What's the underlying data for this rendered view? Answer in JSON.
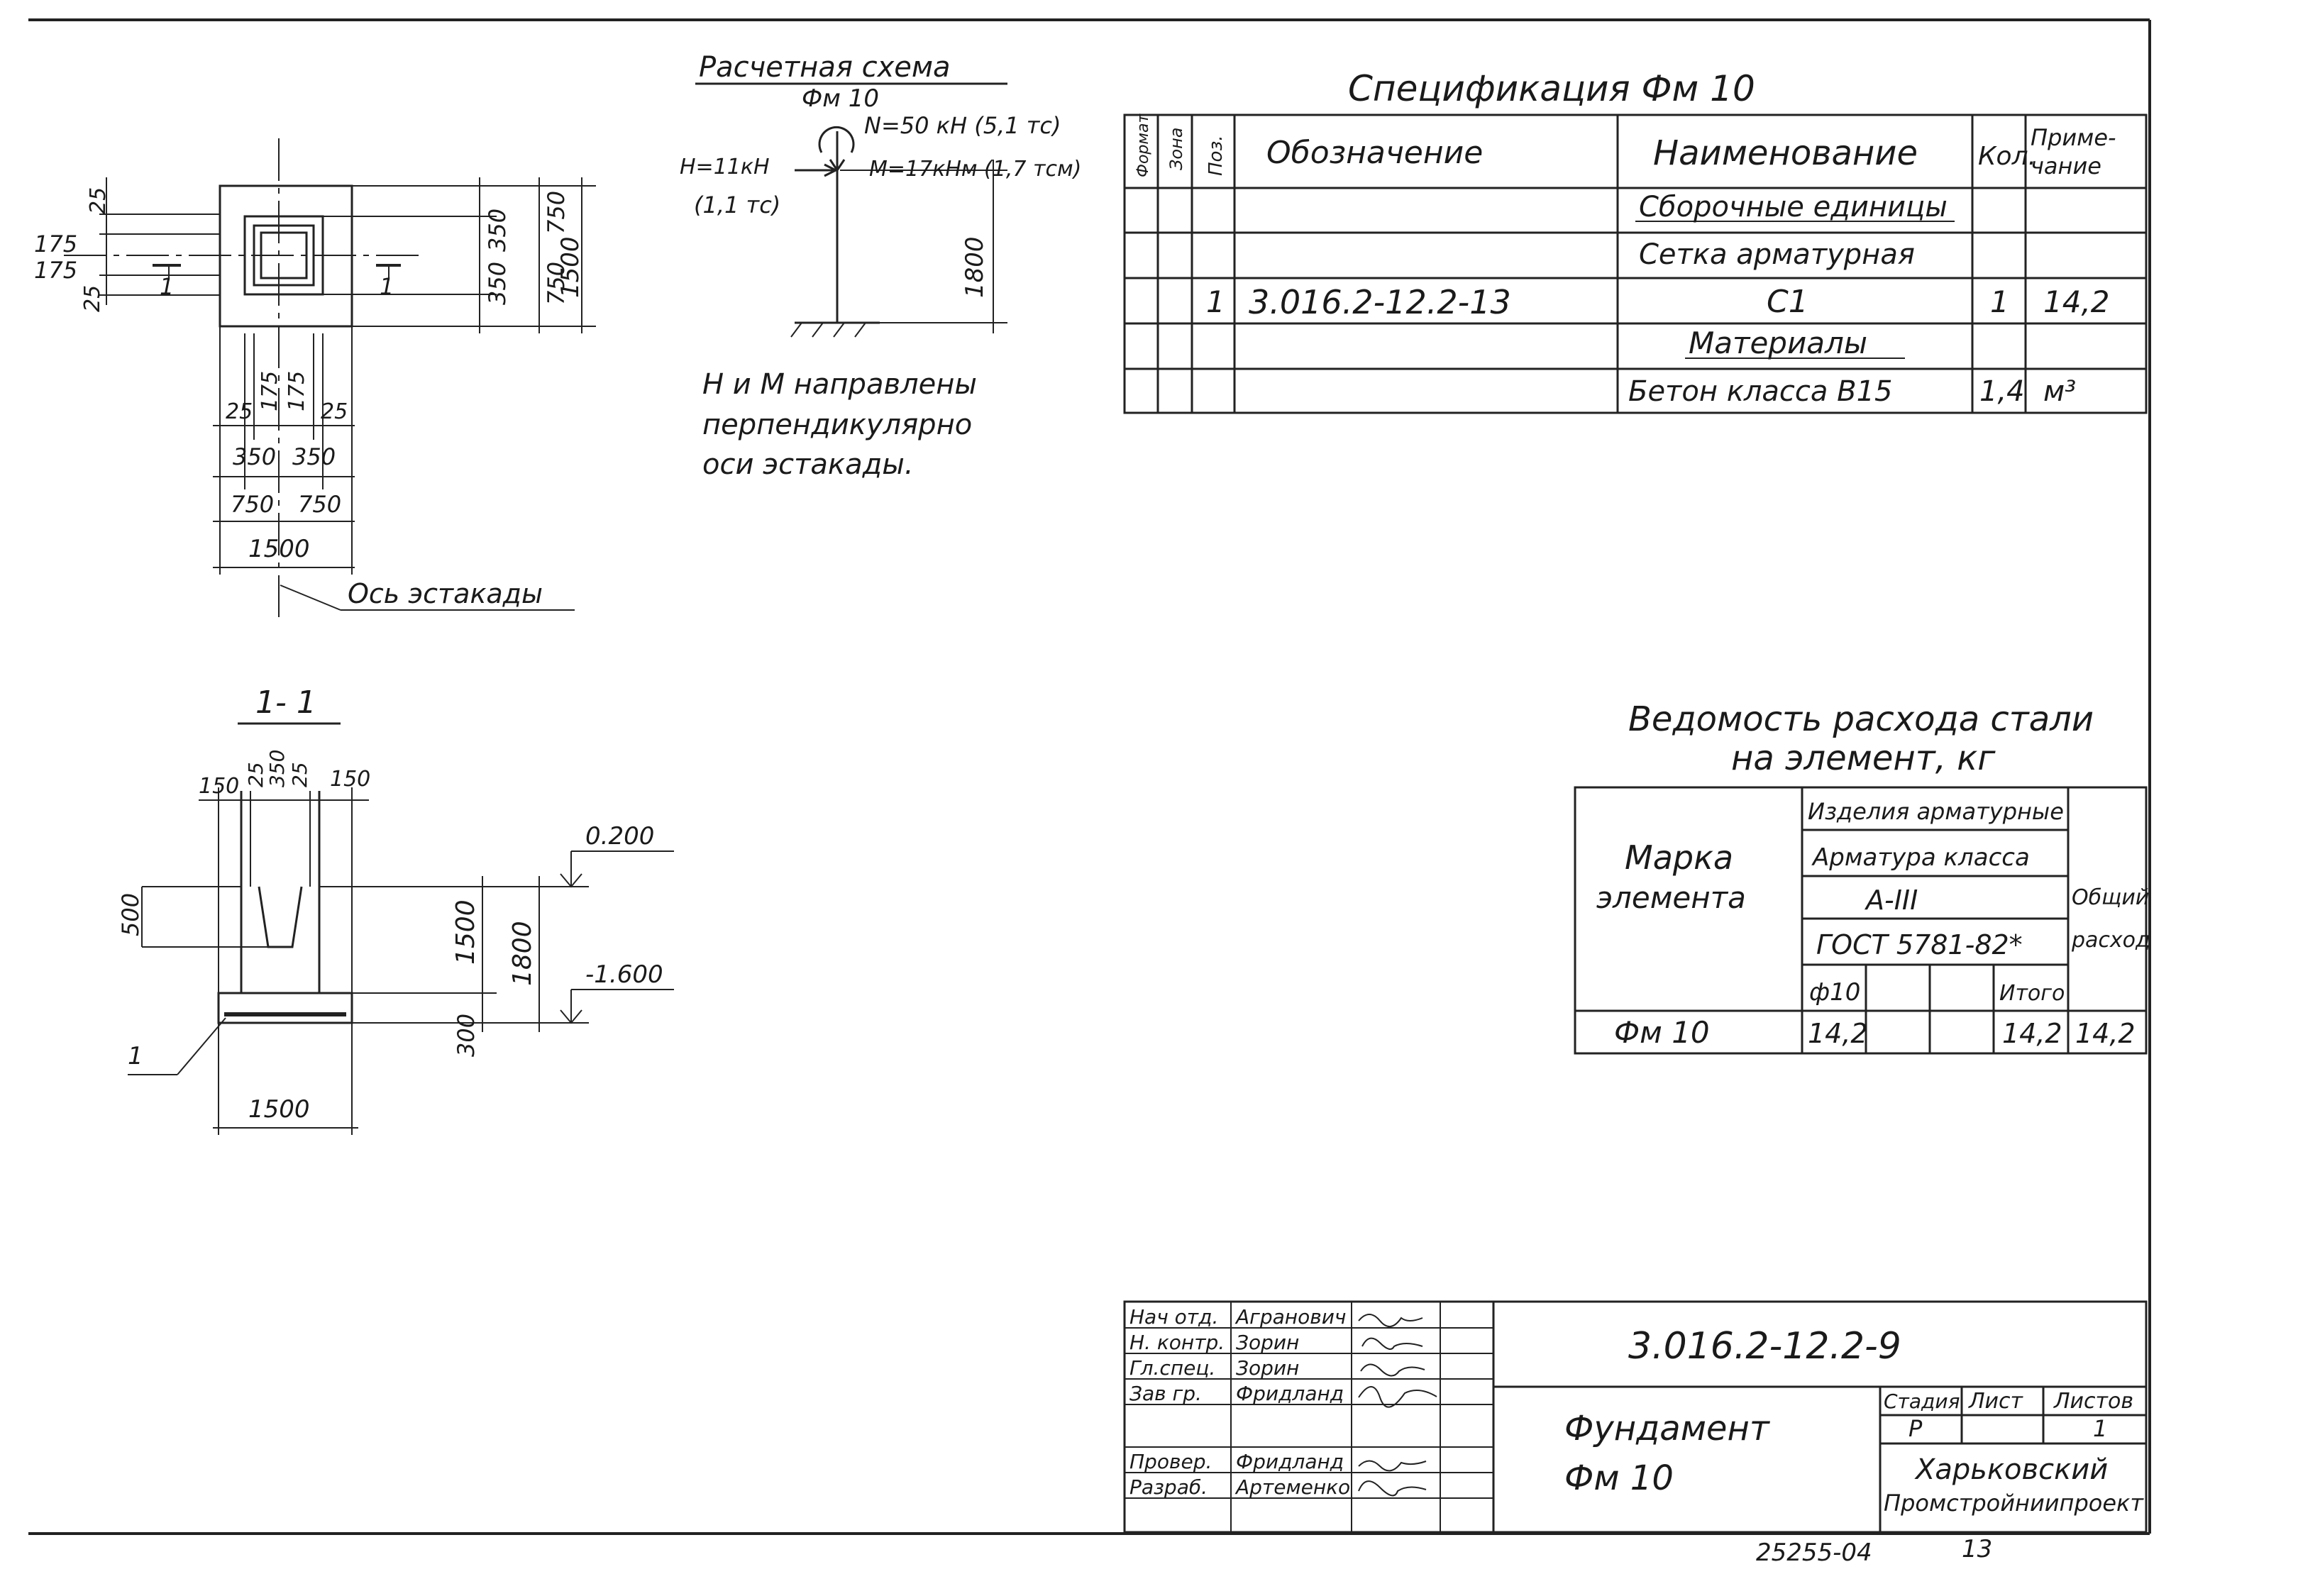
{
  "plan": {
    "dims": [
      "25",
      "175",
      "175",
      "25",
      "350",
      "350",
      "750",
      "750",
      "1500"
    ],
    "bottom_dims": [
      "25",
      "175",
      "175",
      "25",
      "350",
      "350",
      "750",
      "750",
      "1500"
    ],
    "section_marks": [
      "1",
      "1"
    ],
    "axis_label": "Ось эстакады"
  },
  "calc_scheme": {
    "title": "Расчетная схема",
    "element": "Фм 10",
    "n_force": "N=50 кН (5,1 тс)",
    "h_force_1": "H=11кН",
    "h_force_2": "(1,1 тс)",
    "m_moment": "M=17кНм (1,7 тсм)",
    "height": "1800",
    "note": [
      "Н и М направлены",
      "перпендикулярно",
      "оси эстакады."
    ]
  },
  "section": {
    "title": "1- 1",
    "top_dims": [
      "150",
      "25",
      "350",
      "25",
      "150"
    ],
    "side_dims": [
      "500",
      "1500",
      "1800",
      "300"
    ],
    "level_top": "0.200",
    "level_bottom": "-1.600",
    "callout": "1",
    "width": "1500"
  },
  "spec": {
    "title": "Спецификация Фм 10",
    "headers": [
      "Формат",
      "Зона",
      "Поз.",
      "Обозначение",
      "Наименование",
      "Кол.",
      "Приме-\nчание"
    ],
    "rows": [
      {
        "format": "",
        "zone": "",
        "pos": "",
        "designation": "",
        "name": "Сборочные единицы",
        "qty": "",
        "note": "",
        "underline": true
      },
      {
        "format": "",
        "zone": "",
        "pos": "",
        "designation": "",
        "name": "Сетка арматурная",
        "qty": "",
        "note": ""
      },
      {
        "format": "",
        "zone": "",
        "pos": "1",
        "designation": "3.016.2-12.2-13",
        "name": "С1",
        "qty": "1",
        "note": "14,2"
      },
      {
        "format": "",
        "zone": "",
        "pos": "",
        "designation": "",
        "name": "Материалы",
        "qty": "",
        "note": "",
        "underline": true
      },
      {
        "format": "",
        "zone": "",
        "pos": "",
        "designation": "",
        "name": "Бетон класса В15",
        "qty": "1,4",
        "note": "м³"
      }
    ]
  },
  "steel": {
    "title_1": "Ведомость расхода стали",
    "title_2": "на элемент, кг",
    "col_mark": [
      "Марка",
      "элемента"
    ],
    "group": "Изделия арматурные",
    "class_label": "Арматура класса",
    "class_value": "А-III",
    "gost": "ГОСТ 5781-82*",
    "sub_headers": [
      "ф10",
      "",
      "",
      "Итого"
    ],
    "total_header": [
      "Общий",
      "расход"
    ],
    "rows": [
      {
        "mark": "Фм 10",
        "d10": "14,2",
        "c2": "",
        "c3": "",
        "itogo": "14,2",
        "total": "14,2"
      }
    ]
  },
  "title_block": {
    "roles": [
      {
        "role": "Нач отд.",
        "name": "Агранович"
      },
      {
        "role": "Н. контр.",
        "name": "Зорин"
      },
      {
        "role": "Гл.спец.",
        "name": "Зорин"
      },
      {
        "role": "Зав гр.",
        "name": "Фридланд"
      },
      {
        "role": "",
        "name": ""
      },
      {
        "role": "Провер.",
        "name": "Фридланд"
      },
      {
        "role": "Разраб.",
        "name": "Артеменко"
      }
    ],
    "doc_code": "3.016.2-12.2-9",
    "object_name_1": "Фундамент",
    "object_name_2": "Фм 10",
    "stage_label": "Стадия",
    "sheet_label": "Лист",
    "sheets_label": "Листов",
    "stage": "Р",
    "sheet": "",
    "sheets": "1",
    "org_1": "Харьковский",
    "org_2": "Промстройниипроект"
  },
  "footer": {
    "inventory": "25255-04",
    "page": "13"
  }
}
